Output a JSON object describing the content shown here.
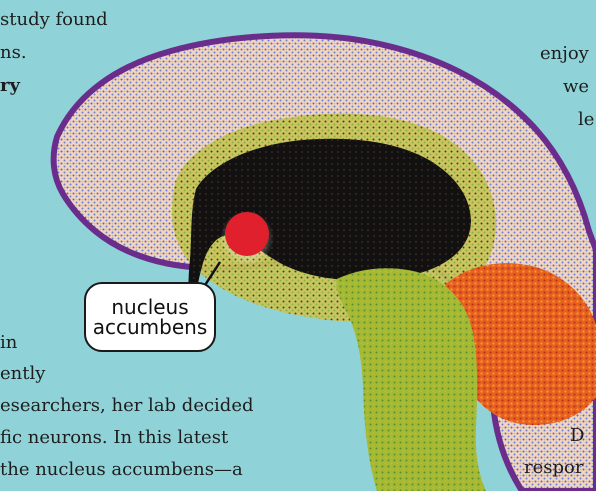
{
  "left_text": {
    "line_1": "study found",
    "line_2": "ns.",
    "line_3": "ry",
    "line_4": "in",
    "line_5": "ently"
  },
  "right_text": {
    "line_1": "enjoy",
    "line_2": "we",
    "line_3": "le",
    "line_4": "D",
    "line_5": "respor"
  },
  "bottom_text": {
    "line_1": "esearchers, her lab decided",
    "line_2": "fic neurons. In this latest",
    "line_3": "the nucleus accumbens—a"
  },
  "callout": {
    "line_1": "nucleus",
    "line_2": "accumbens"
  },
  "colors": {
    "background": "#8fd3d8",
    "outline": "#6a2d8c",
    "cortex": "#e9dccf",
    "inner": "#d3cf63",
    "core": "#141414",
    "cerebellum": "#e35c22",
    "brainstem": "#9db32e",
    "nucleus": "#e0212d"
  },
  "icons": {
    "nucleus": "red-dot-icon",
    "pointer": "leader-line-icon"
  }
}
